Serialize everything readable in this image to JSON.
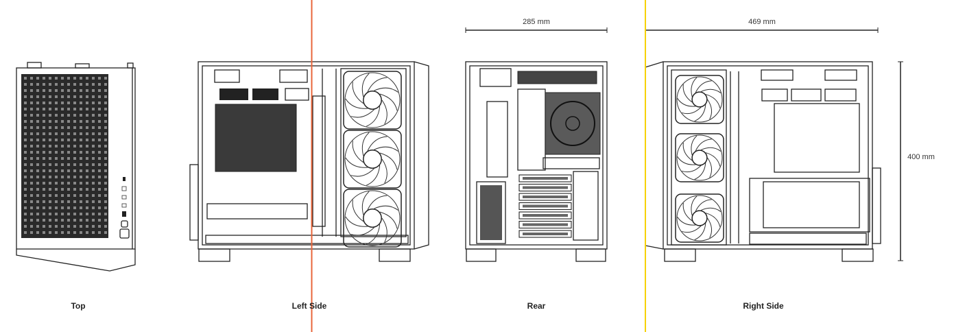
{
  "views": {
    "top": {
      "label": "Top"
    },
    "left_side": {
      "label": "Left Side"
    },
    "rear": {
      "label": "Rear"
    },
    "right_side": {
      "label": "Right Side"
    }
  },
  "dimensions": {
    "width": "285 mm",
    "depth": "469 mm",
    "height": "400 mm"
  },
  "colors": {
    "marker_line_orange": "#e8653a",
    "marker_line_yellow": "#f6d200",
    "drawing_stroke": "#222222"
  }
}
